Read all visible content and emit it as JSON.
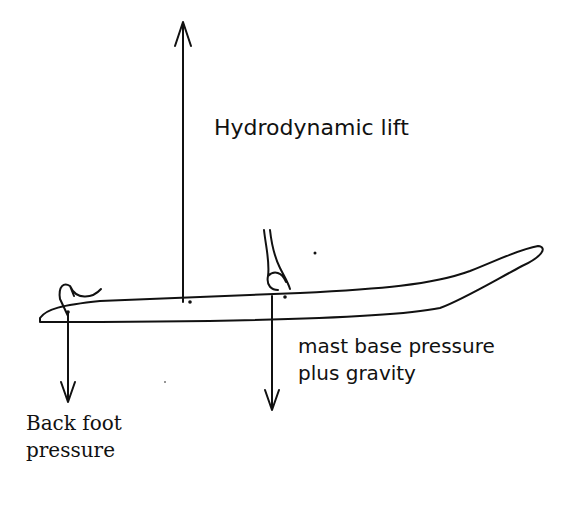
{
  "diagram": {
    "labels": [
      "Hydrodynamic lift",
      "mast base pressure plus gravity",
      "Back foot pressure"
    ]
  }
}
